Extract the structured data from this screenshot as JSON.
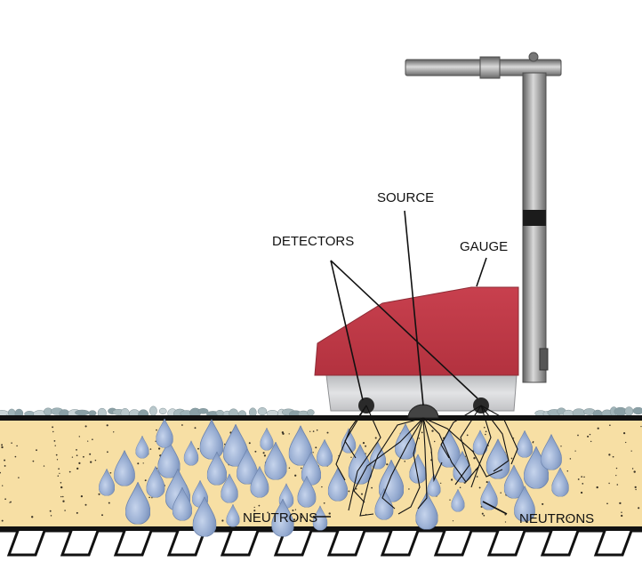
{
  "labels": {
    "source": "SOURCE",
    "detectors": "DETECTORS",
    "gauge": "GAUGE",
    "neutrons_left": "NEUTRONS",
    "neutrons_right": "NEUTRONS"
  },
  "colors": {
    "gauge_body": "#c03a48",
    "gauge_base": "#c8c9cc",
    "soil": "#f7dfa4",
    "water_drop": "#8fa6cd",
    "handle": "#8c8c8c",
    "gravel": "#9fb3b8",
    "ground_line": "#111111"
  },
  "icons": {
    "drop": "water-drop-icon",
    "detector": "detector-icon",
    "source": "source-icon"
  }
}
